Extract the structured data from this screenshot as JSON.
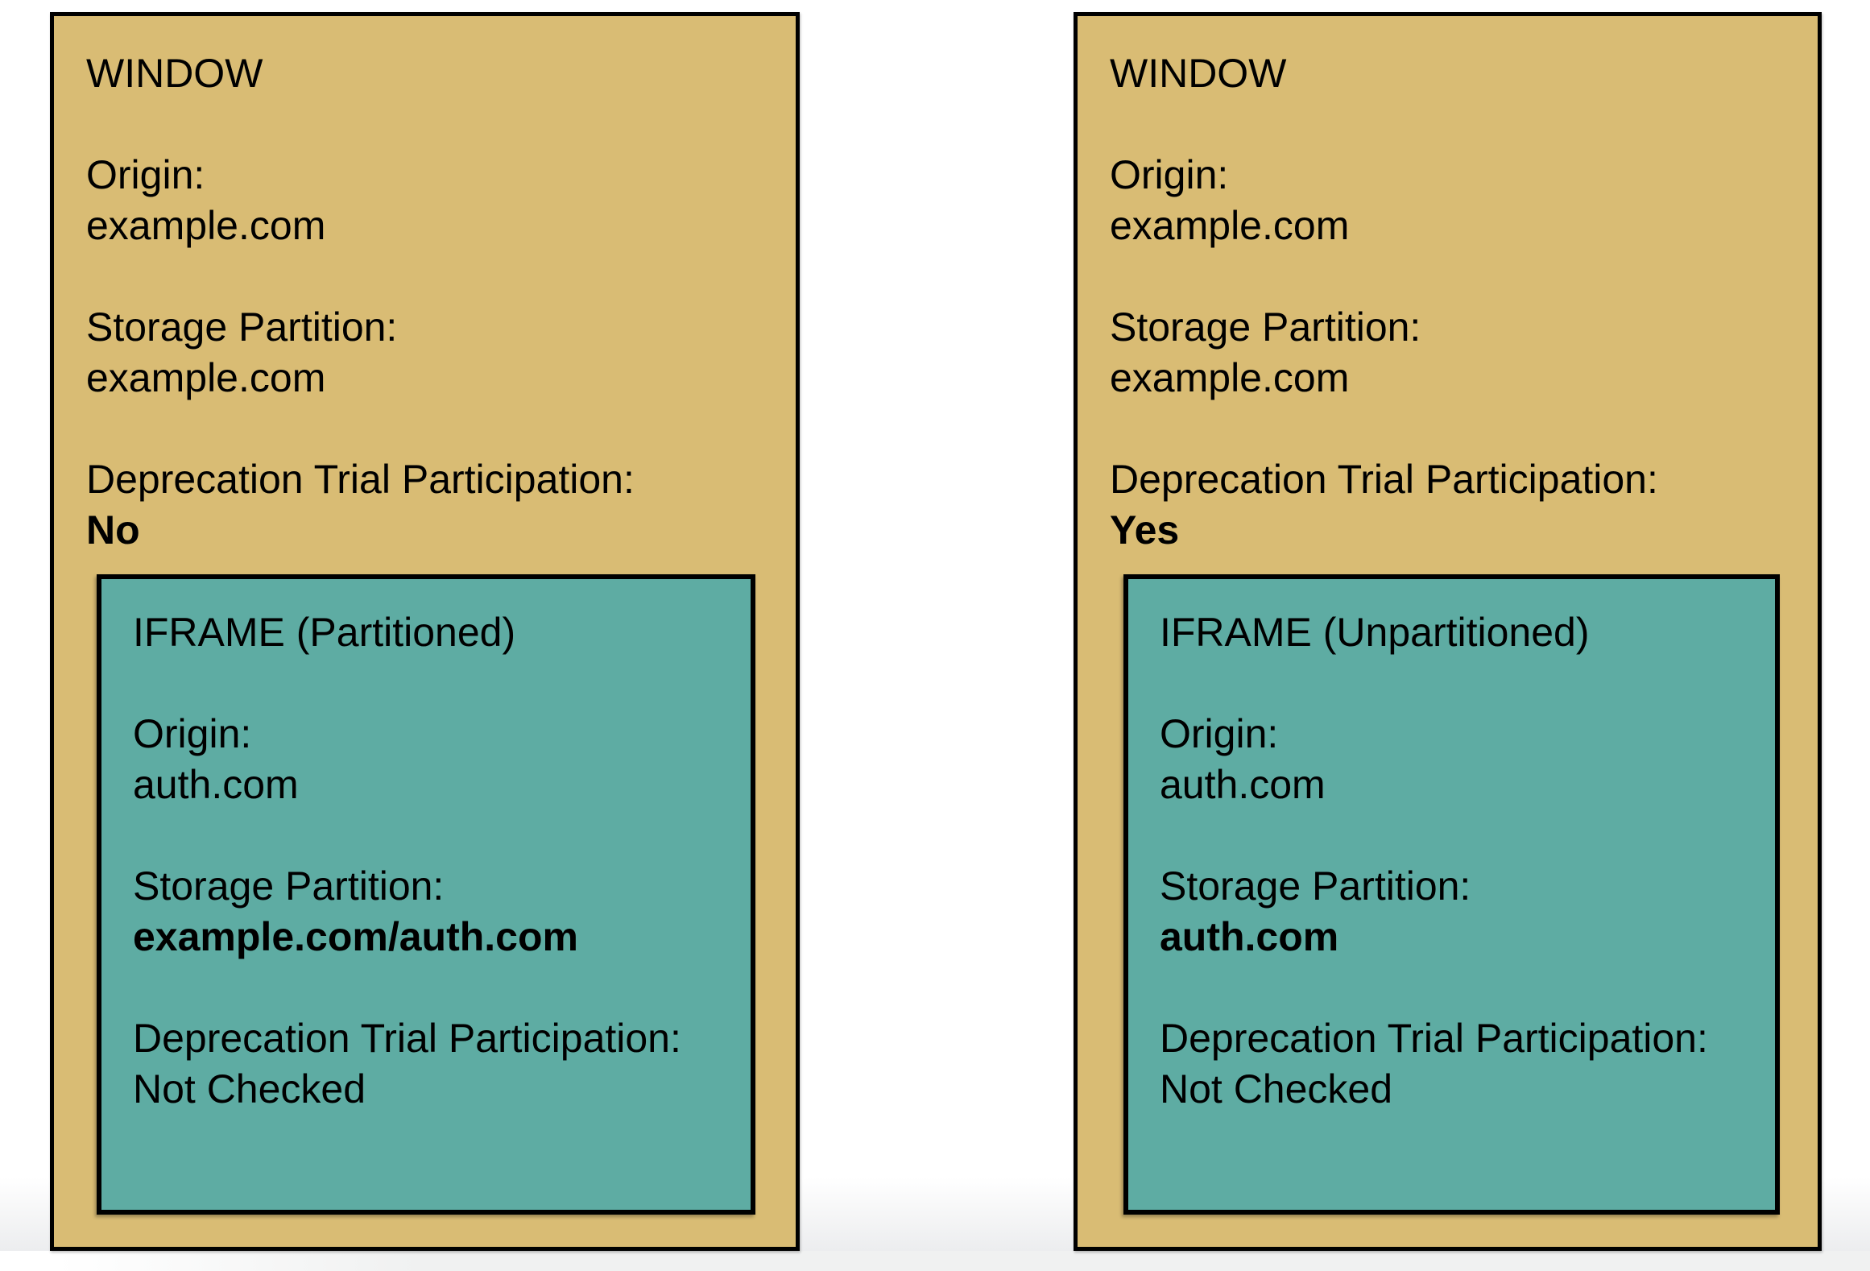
{
  "colors": {
    "page_bg": "#ffffff",
    "window_fill": "#d9bc74",
    "iframe_fill": "#5eaca3",
    "border": "#000000",
    "footer_strip": "#f0f1f1",
    "text": "#000000"
  },
  "left_window": {
    "title": "WINDOW",
    "origin_label": "Origin:",
    "origin_value": "example.com",
    "storage_label": "Storage Partition:",
    "storage_value": "example.com",
    "dtp_label": "Deprecation Trial Participation:",
    "dtp_value": "No"
  },
  "left_iframe": {
    "title": "IFRAME (Partitioned)",
    "origin_label": "Origin:",
    "origin_value": "auth.com",
    "storage_label": "Storage Partition:",
    "storage_value": "example.com/auth.com",
    "dtp_label": "Deprecation Trial Participation:",
    "dtp_value": "Not Checked"
  },
  "right_window": {
    "title": "WINDOW",
    "origin_label": "Origin:",
    "origin_value": "example.com",
    "storage_label": "Storage Partition:",
    "storage_value": "example.com",
    "dtp_label": "Deprecation Trial Participation:",
    "dtp_value": "Yes"
  },
  "right_iframe": {
    "title": "IFRAME (Unpartitioned)",
    "origin_label": "Origin:",
    "origin_value": "auth.com",
    "storage_label": "Storage Partition:",
    "storage_value": "auth.com",
    "dtp_label": "Deprecation Trial Participation:",
    "dtp_value": "Not Checked"
  }
}
